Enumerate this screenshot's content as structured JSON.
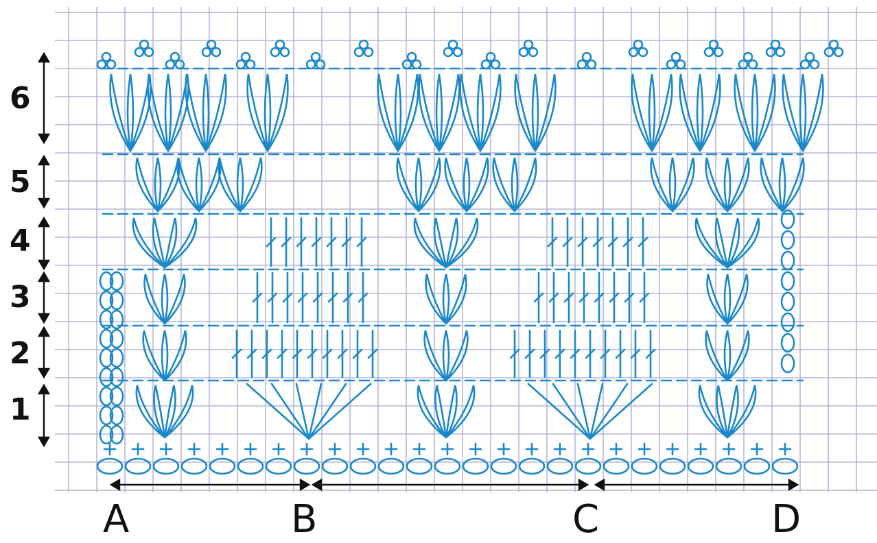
{
  "rows": [
    "1",
    "2",
    "3",
    "4",
    "5",
    "6"
  ],
  "columns": [
    "A",
    "B",
    "C",
    "D"
  ],
  "colors": {
    "paper": "#ffffff",
    "grid": "#a9a6d4",
    "stitch": "#1a88c9",
    "arrow": "#111111"
  }
}
